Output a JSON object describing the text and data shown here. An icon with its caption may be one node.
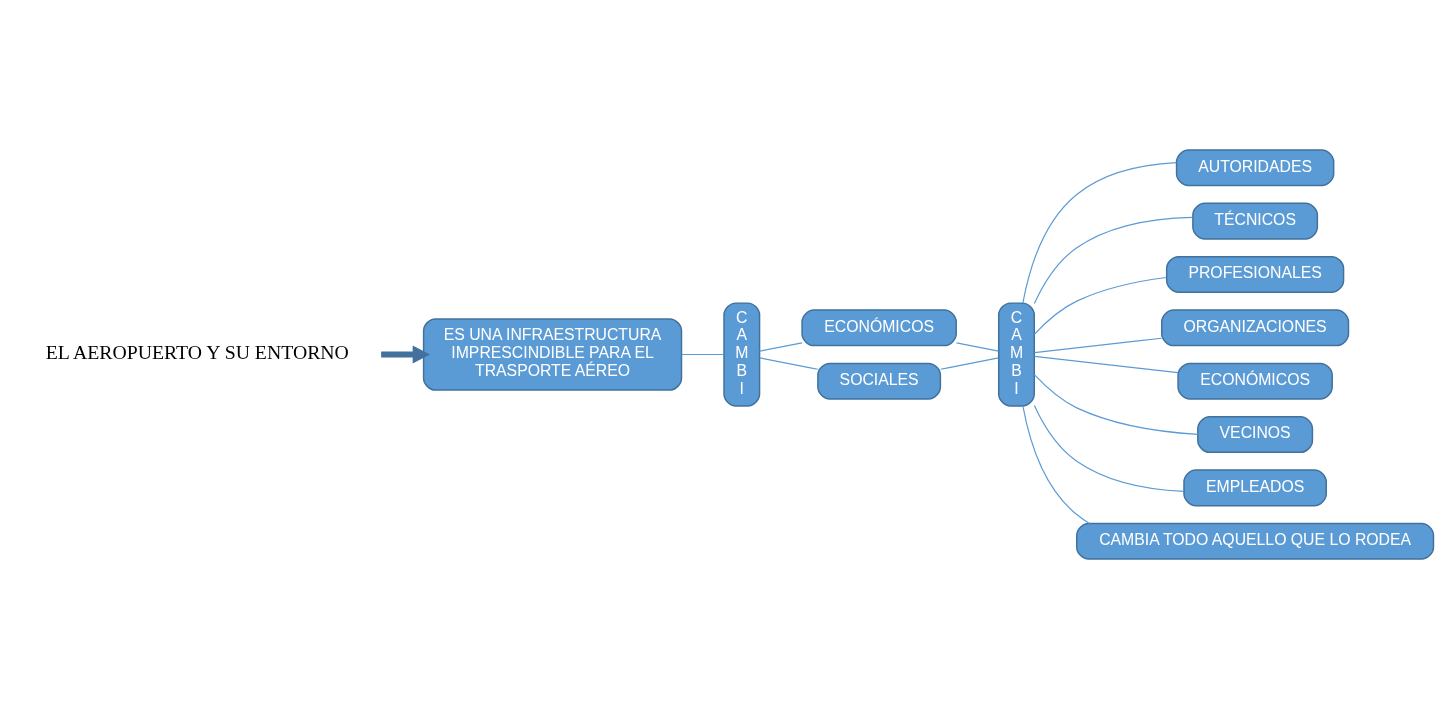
{
  "diagram": {
    "nodes": [
      {
        "text": [
          "EL AEROPUERTO Y SU ENTORNO"
        ]
      },
      {
        "text": [
          "ES UNA INFRAESTRUCTURA IMPRESCINDIBLE PARA EL TRASPORTE AÉREO"
        ]
      },
      {
        "text": [
          "C A M B I"
        ]
      },
      {
        "text": [
          "ECONÓMICOS"
        ]
      },
      {
        "text": [
          "SOCIALES"
        ]
      },
      {
        "text": [
          "C A M B I"
        ]
      },
      {
        "text": [
          "AUTORIDADES"
        ]
      },
      {
        "text": [
          "TÉCNICOS"
        ]
      },
      {
        "text": [
          "PROFESIONALES"
        ]
      },
      {
        "text": [
          "ORGANIZACIONES"
        ]
      },
      {
        "text": [
          "ECONÓMICOS"
        ]
      },
      {
        "text": [
          "VECINOS"
        ]
      },
      {
        "text": [
          "EMPLEADOS"
        ]
      },
      {
        "text": [
          "CAMBIA TODO AQUELLO QUE LO RODEA"
        ]
      }
    ],
    "edges": [
      {
        "from": 0,
        "to": 1,
        "arrow": "to",
        "style": "thick"
      },
      {
        "from": 1,
        "to": 2,
        "arrow": "none"
      },
      {
        "from": 2,
        "to": 3,
        "arrow": "none"
      },
      {
        "from": 2,
        "to": 4,
        "arrow": "none"
      },
      {
        "from": 3,
        "to": 5,
        "arrow": "none"
      },
      {
        "from": 4,
        "to": 5,
        "arrow": "none"
      },
      {
        "from": 5,
        "to": 6,
        "arrow": "none"
      },
      {
        "from": 5,
        "to": 7,
        "arrow": "none"
      },
      {
        "from": 5,
        "to": 8,
        "arrow": "none"
      },
      {
        "from": 5,
        "to": 9,
        "arrow": "none"
      },
      {
        "from": 5,
        "to": 10,
        "arrow": "none"
      },
      {
        "from": 5,
        "to": 11,
        "arrow": "none"
      },
      {
        "from": 5,
        "to": 12,
        "arrow": "none"
      },
      {
        "from": 5,
        "to": 13,
        "arrow": "none"
      }
    ]
  }
}
